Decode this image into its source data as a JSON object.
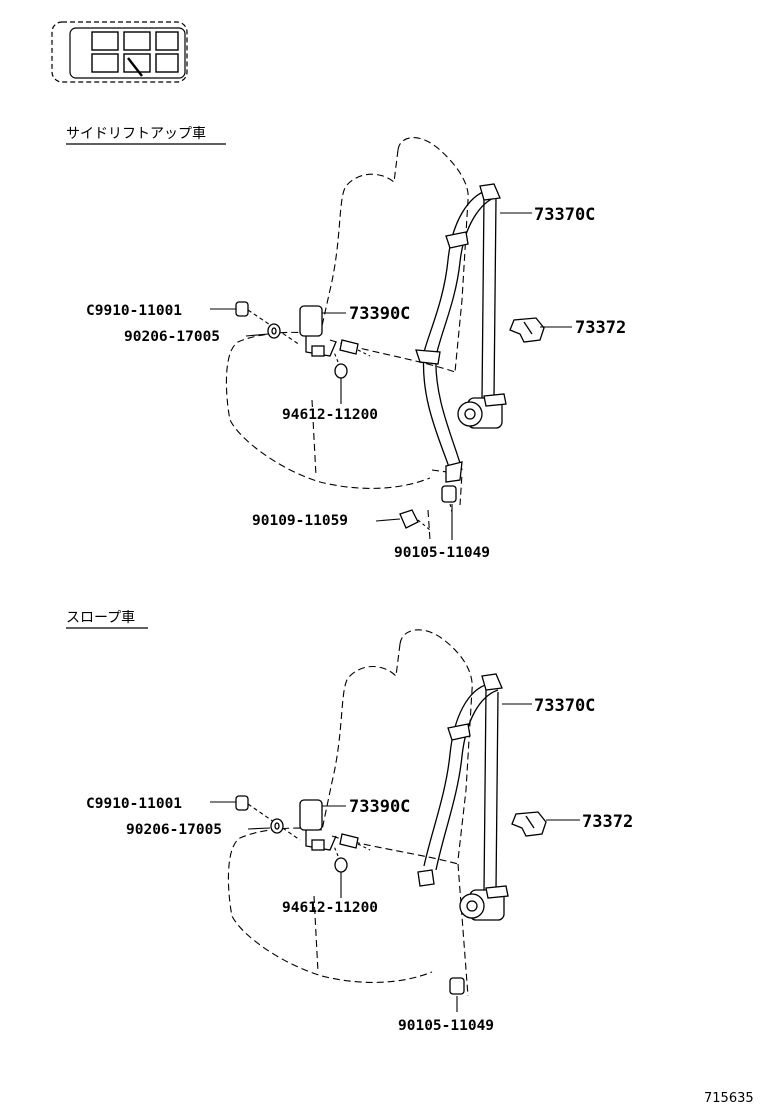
{
  "sections": [
    {
      "heading": "サイドリフトアップ車",
      "labels": {
        "retractor": "73370C",
        "cover": "73372",
        "buckle": "73390C",
        "bolt_c9910": "C9910-11001",
        "washer": "90206-17005",
        "nut": "94612-11200",
        "bolt_90109": "90109-11059",
        "bolt_90105": "90105-11049"
      }
    },
    {
      "heading": "スロープ車",
      "labels": {
        "retractor": "73370C",
        "cover": "73372",
        "buckle": "73390C",
        "bolt_c9910": "C9910-11001",
        "washer": "90206-17005",
        "nut": "94612-11200",
        "bolt_90105": "90105-11049"
      }
    }
  ],
  "figure_number": "715635"
}
